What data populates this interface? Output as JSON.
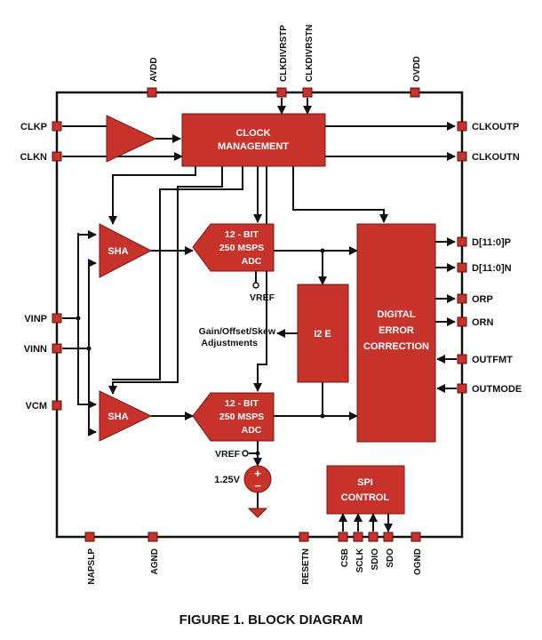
{
  "blocks": {
    "clock": [
      "CLOCK",
      "MANAGEMENT"
    ],
    "sha": "SHA",
    "adc": [
      "12 - BIT",
      "250  MSPS",
      "ADC"
    ],
    "i2e": "I2 E",
    "dec": [
      "DIGITAL",
      "ERROR",
      "CORRECTION"
    ],
    "spi": [
      "SPI",
      "CONTROL"
    ]
  },
  "pins": {
    "top": [
      "AVDD",
      "CLKDIVRSTP",
      "CLKDIVRSTN",
      "OVDD"
    ],
    "left": [
      "CLKP",
      "CLKN",
      "VINP",
      "VINN",
      "VCM"
    ],
    "right": [
      "CLKOUTP",
      "CLKOUTN",
      "D[11:0]P",
      "D[11:0]N",
      "ORP",
      "ORN",
      "OUTFMT",
      "OUTMODE"
    ],
    "bottom": [
      "NAPSLP",
      "AGND",
      "RESETN",
      "CSB",
      "SCLK",
      "SDIO",
      "SDO",
      "OGND"
    ]
  },
  "annotations": {
    "vref": "VREF",
    "gain": [
      "Gain/Offset/Skew",
      "Adjustments"
    ],
    "ref_voltage": "1.25V",
    "plus": "+",
    "minus": "−"
  },
  "caption": "FIGURE 1.  BLOCK DIAGRAM",
  "colors": {
    "block": "#c7322b",
    "wire": "#111111",
    "block_text": "#ffffff"
  }
}
